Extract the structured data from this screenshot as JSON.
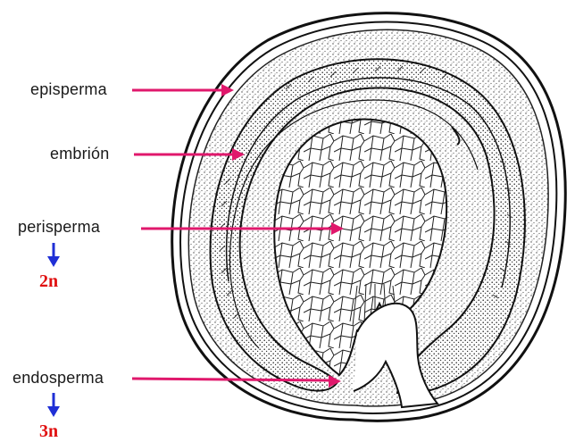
{
  "labels": {
    "episperma": "episperma",
    "embrion": "embrión",
    "perisperma": "perisperma",
    "endosperma": "endosperma"
  },
  "ploidy": {
    "perisperma": "2n",
    "endosperma": "3n"
  },
  "colors": {
    "pointer": "#e0186c",
    "down_arrow": "#1f2fd6",
    "ploidy_text": "#e01010",
    "ink": "#222222",
    "stipple_bg": "#f0f0f0"
  }
}
